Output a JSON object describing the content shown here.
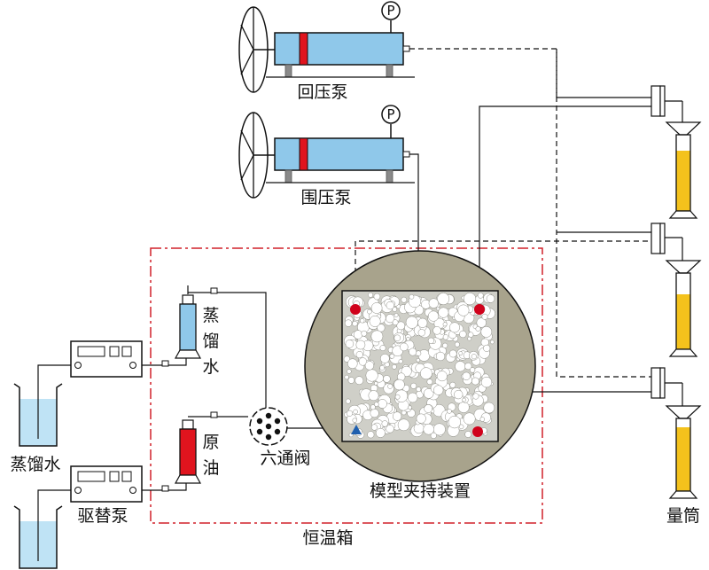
{
  "labels": {
    "back_pressure_pump": "回压泵",
    "confining_pressure_pump": "围压泵",
    "pressure_gauge_symbol": "P",
    "distilled_water_vessel": "蒸馏水",
    "distilled_water_reservoir": "蒸馏水",
    "displacement_pump": "驱替泵",
    "crude_oil": "原油",
    "six_way_valve": "六通阀",
    "core_holder": "模型夹持装置",
    "thermostat_box": "恒温箱",
    "measuring_cylinder": "量筒"
  },
  "colors": {
    "pump_body": "#8fc8ea",
    "piston": "#e0141e",
    "water_vessel": "#8fc8ea",
    "oil_vessel": "#e0141e",
    "oven_border": "#d0202a",
    "holder_disc": "#a8a38c",
    "sample": "#cfcfc8",
    "cylinder_liquid": "#f4c21c",
    "reservoir_water": "#bfe3f5",
    "probe": "#d0021b",
    "injection_point": "#1f5fae"
  }
}
